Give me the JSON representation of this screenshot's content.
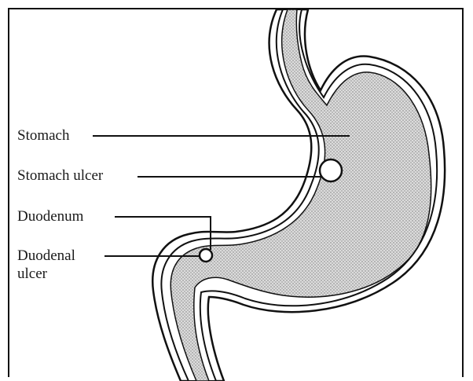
{
  "labels": {
    "stomach": "Stomach",
    "stomach_ulcer": "Stomach ulcer",
    "duodenum": "Duodenum",
    "duodenal_ulcer_line1": "Duodenal",
    "duodenal_ulcer_line2": "ulcer"
  },
  "colors": {
    "outline": "#111111",
    "stipple": "#9a9a9a",
    "background": "#ffffff"
  }
}
